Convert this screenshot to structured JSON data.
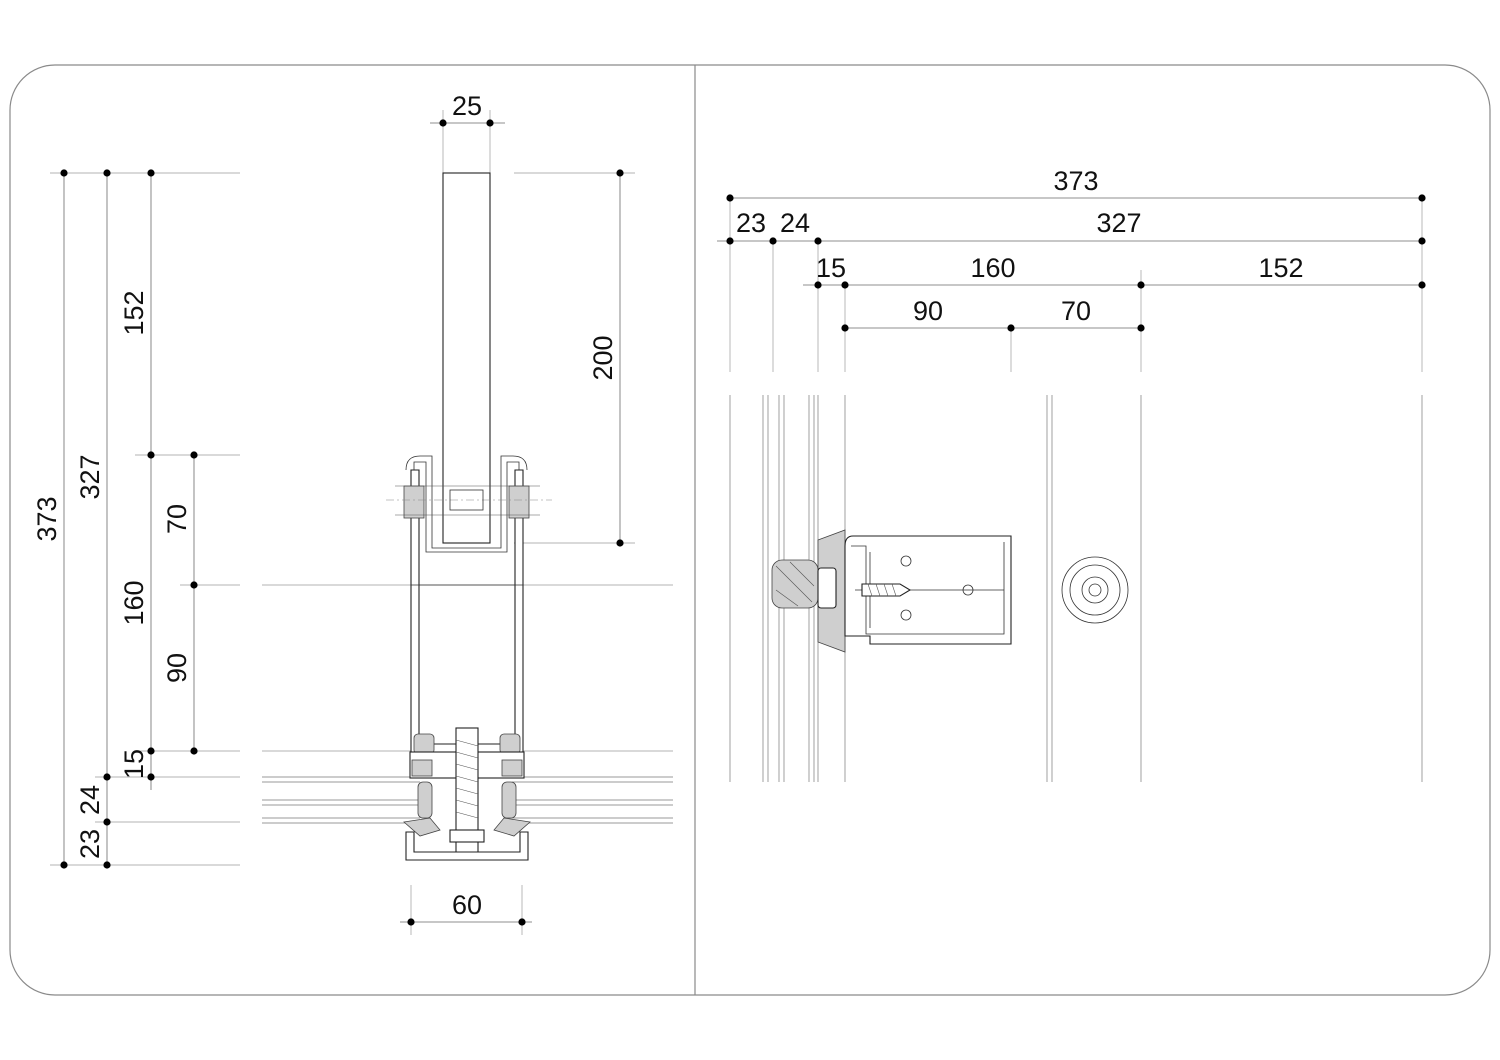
{
  "section_view": {
    "glass_fin_width": "25",
    "fin_depth": "200",
    "mullion_width": "60",
    "vertical_dims": {
      "overall": "373",
      "profile": "327",
      "fin_part": "152",
      "mullion_body": "160",
      "upper_offset": "70",
      "lower_offset": "90",
      "gap": "15",
      "glazing": "24",
      "cap": "23"
    }
  },
  "plan_view": {
    "horizontal_dims": {
      "overall": "373",
      "profile": "327",
      "cap": "23",
      "glazing": "24",
      "gap": "15",
      "mullion_body": "160",
      "fin_part": "152",
      "lower_offset": "90",
      "upper_offset": "70"
    }
  }
}
